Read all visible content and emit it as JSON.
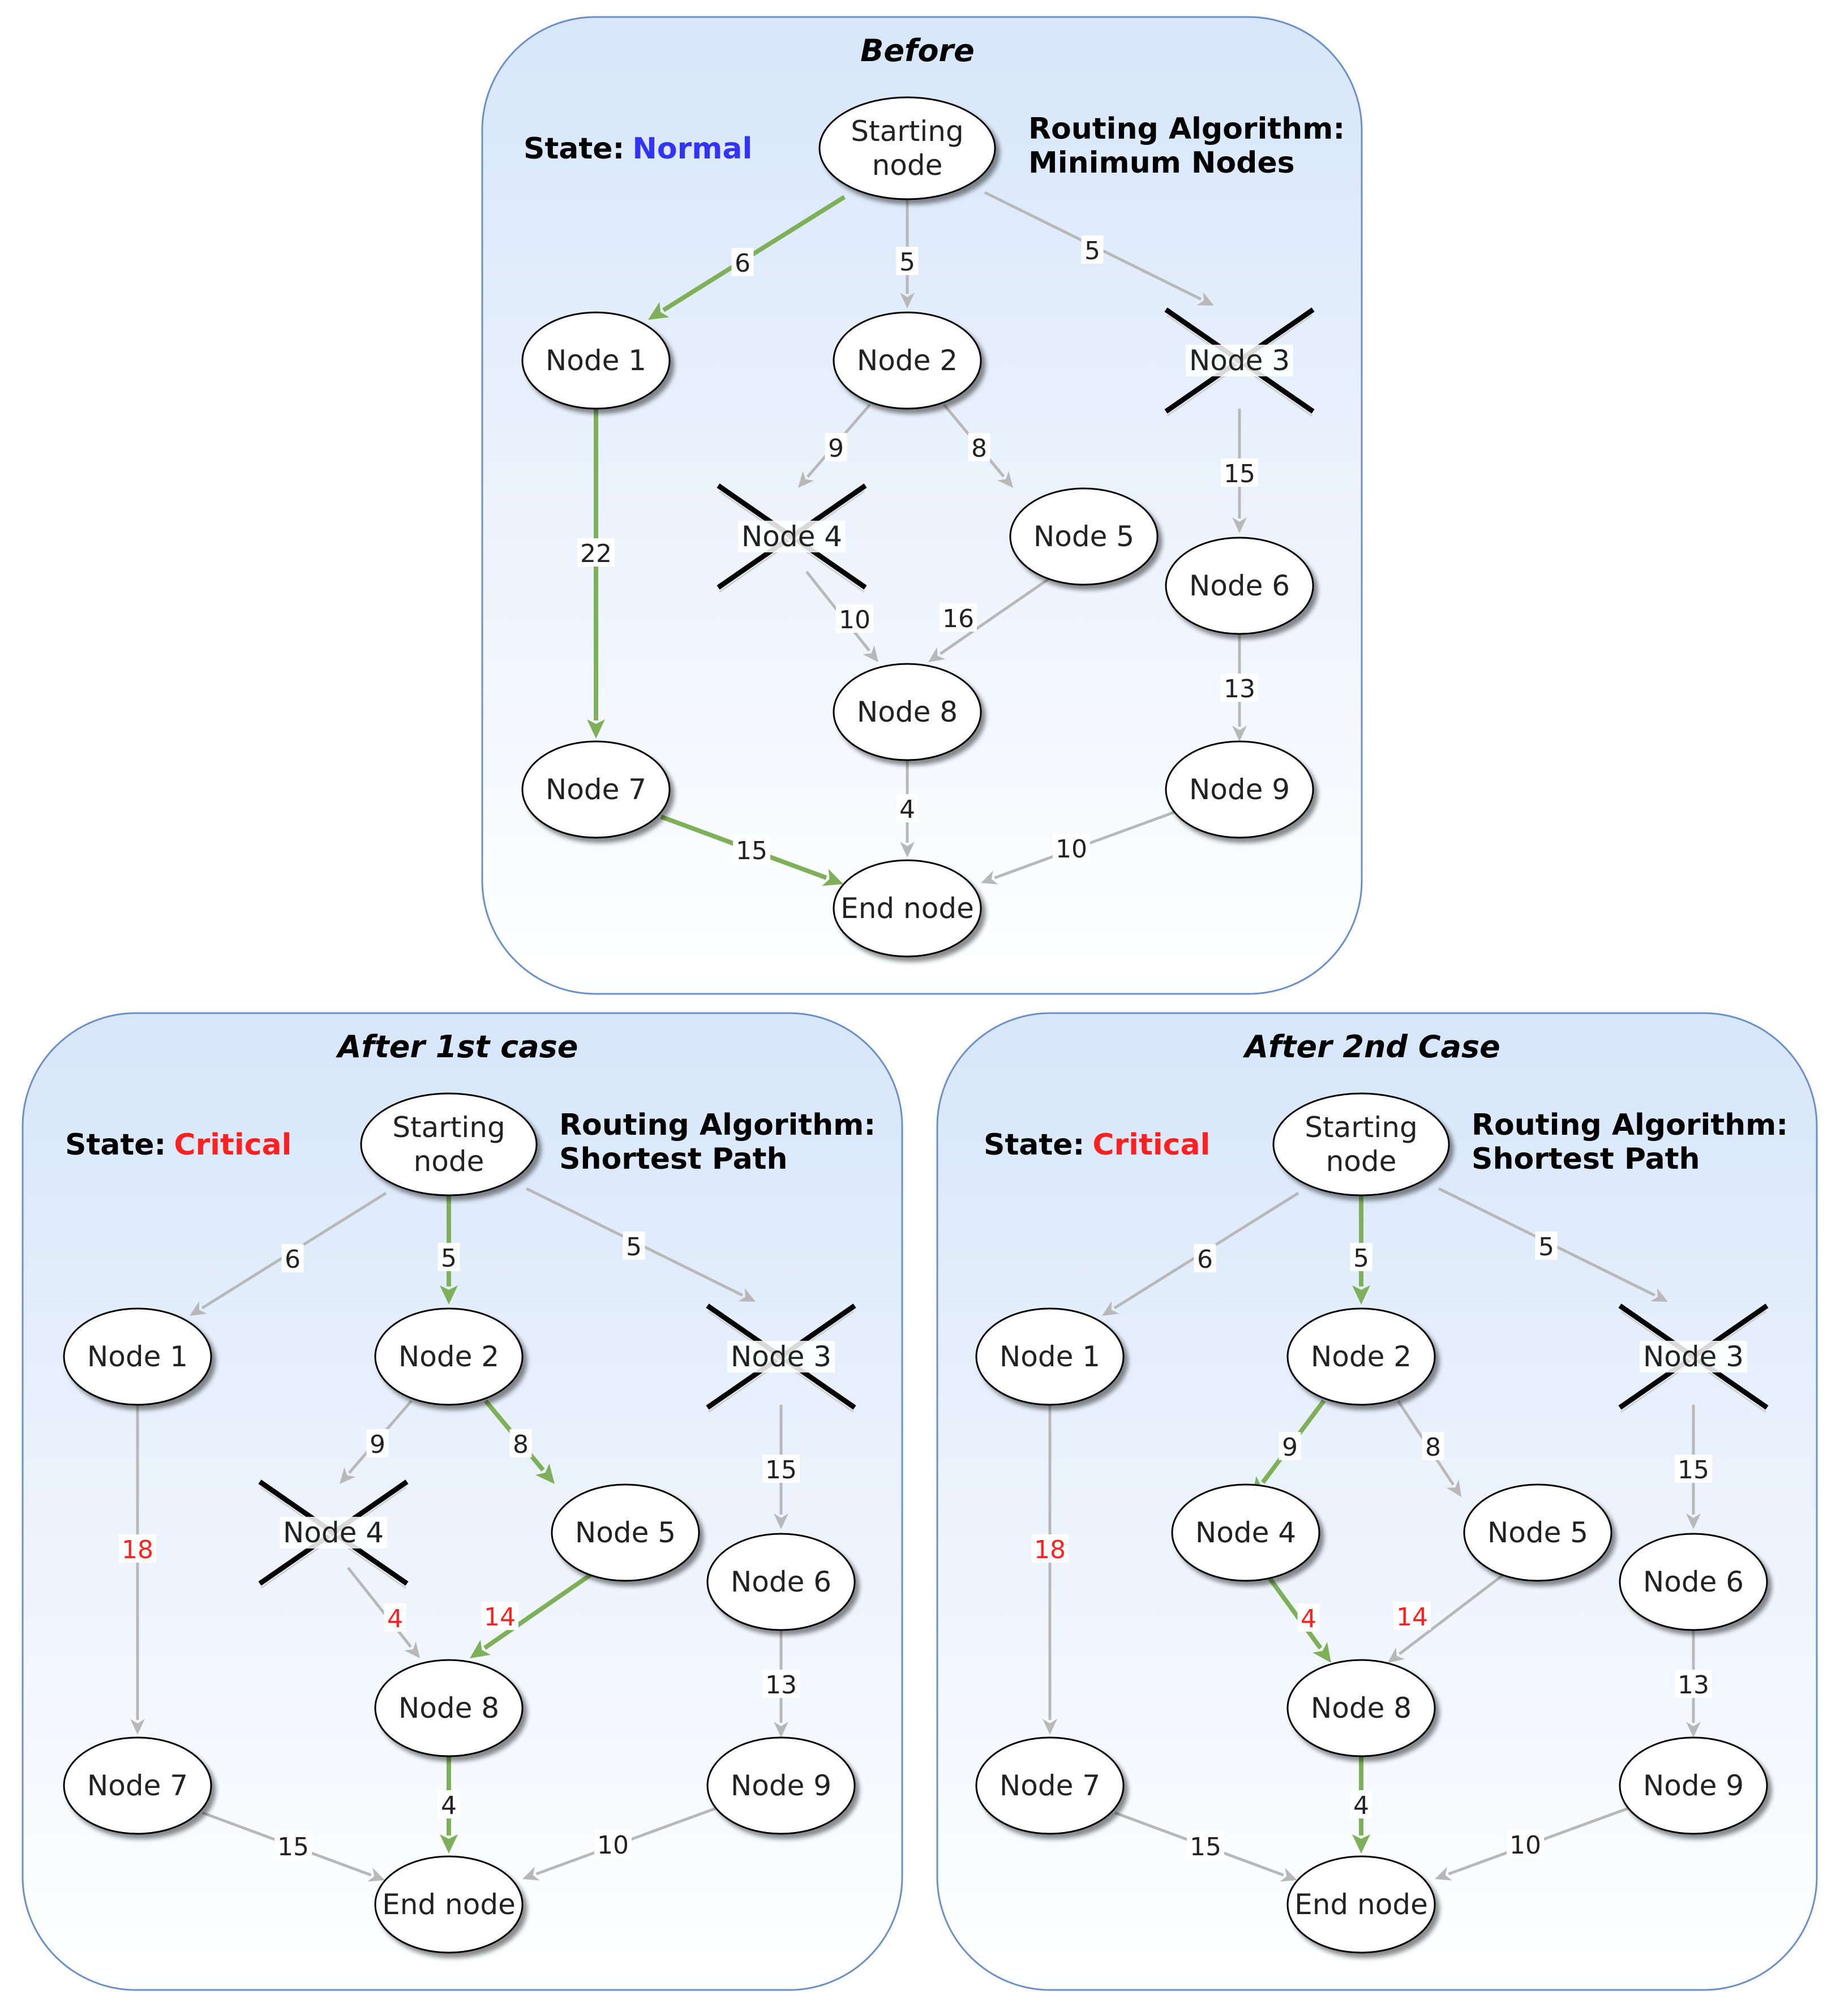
{
  "colors": {
    "highlight": "#7db058",
    "edge": "#b8b8b8",
    "panel_border": "#6b8fc9",
    "panel_fill_top": "#d7e6fa",
    "panel_fill_bottom": "#ffffff",
    "blue_text": "#3333ff",
    "red_text": "#ff2020",
    "green_text": "#6aa53a"
  },
  "panels": [
    {
      "id": "before",
      "title": "Before",
      "state_label": "State:",
      "state_value": "Normal",
      "state_color": "blue",
      "algo_label": "Routing Algorithm:",
      "algo_value": "Minimum Nodes",
      "algo_color": "green",
      "nodes": [
        {
          "id": "start",
          "label": [
            "Starting",
            "node"
          ],
          "failed": false
        },
        {
          "id": "n1",
          "label": [
            "Node 1"
          ],
          "failed": false
        },
        {
          "id": "n2",
          "label": [
            "Node 2"
          ],
          "failed": false
        },
        {
          "id": "n3",
          "label": [
            "Node 3"
          ],
          "failed": true
        },
        {
          "id": "n4",
          "label": [
            "Node 4"
          ],
          "failed": true
        },
        {
          "id": "n5",
          "label": [
            "Node 5"
          ],
          "failed": false
        },
        {
          "id": "n6",
          "label": [
            "Node 6"
          ],
          "failed": false
        },
        {
          "id": "n7",
          "label": [
            "Node 7"
          ],
          "failed": false
        },
        {
          "id": "n8",
          "label": [
            "Node 8"
          ],
          "failed": false
        },
        {
          "id": "n9",
          "label": [
            "Node 9"
          ],
          "failed": false
        },
        {
          "id": "end",
          "label": [
            "End node"
          ],
          "failed": false
        }
      ],
      "edges": [
        {
          "from": "start",
          "to": "n1",
          "weight": "6",
          "highlight": true,
          "red": false
        },
        {
          "from": "start",
          "to": "n2",
          "weight": "5",
          "highlight": false,
          "red": false
        },
        {
          "from": "start",
          "to": "n3",
          "weight": "5",
          "highlight": false,
          "red": false
        },
        {
          "from": "n2",
          "to": "n4",
          "weight": "9",
          "highlight": false,
          "red": false
        },
        {
          "from": "n2",
          "to": "n5",
          "weight": "8",
          "highlight": false,
          "red": false
        },
        {
          "from": "n1",
          "to": "n7",
          "weight": "22",
          "highlight": true,
          "red": false
        },
        {
          "from": "n3",
          "to": "n6",
          "weight": "15",
          "highlight": false,
          "red": false
        },
        {
          "from": "n4",
          "to": "n8",
          "weight": "10",
          "highlight": false,
          "red": false
        },
        {
          "from": "n5",
          "to": "n8",
          "weight": "16",
          "highlight": false,
          "red": false
        },
        {
          "from": "n6",
          "to": "n9",
          "weight": "13",
          "highlight": false,
          "red": false
        },
        {
          "from": "n7",
          "to": "end",
          "weight": "15",
          "highlight": true,
          "red": false
        },
        {
          "from": "n8",
          "to": "end",
          "weight": "4",
          "highlight": false,
          "red": false
        },
        {
          "from": "n9",
          "to": "end",
          "weight": "10",
          "highlight": false,
          "red": false
        }
      ]
    },
    {
      "id": "after1",
      "title": "After 1st case",
      "state_label": "State:",
      "state_value": "Critical",
      "state_color": "red",
      "algo_label": "Routing Algorithm:",
      "algo_value": "Shortest Path",
      "algo_color": "blue",
      "nodes": [
        {
          "id": "start",
          "label": [
            "Starting",
            "node"
          ],
          "failed": false
        },
        {
          "id": "n1",
          "label": [
            "Node 1"
          ],
          "failed": false
        },
        {
          "id": "n2",
          "label": [
            "Node 2"
          ],
          "failed": false
        },
        {
          "id": "n3",
          "label": [
            "Node 3"
          ],
          "failed": true
        },
        {
          "id": "n4",
          "label": [
            "Node 4"
          ],
          "failed": true
        },
        {
          "id": "n5",
          "label": [
            "Node 5"
          ],
          "failed": false
        },
        {
          "id": "n6",
          "label": [
            "Node 6"
          ],
          "failed": false
        },
        {
          "id": "n7",
          "label": [
            "Node 7"
          ],
          "failed": false
        },
        {
          "id": "n8",
          "label": [
            "Node 8"
          ],
          "failed": false
        },
        {
          "id": "n9",
          "label": [
            "Node 9"
          ],
          "failed": false
        },
        {
          "id": "end",
          "label": [
            "End node"
          ],
          "failed": false
        }
      ],
      "edges": [
        {
          "from": "start",
          "to": "n1",
          "weight": "6",
          "highlight": false,
          "red": false
        },
        {
          "from": "start",
          "to": "n2",
          "weight": "5",
          "highlight": true,
          "red": false
        },
        {
          "from": "start",
          "to": "n3",
          "weight": "5",
          "highlight": false,
          "red": false
        },
        {
          "from": "n2",
          "to": "n4",
          "weight": "9",
          "highlight": false,
          "red": false
        },
        {
          "from": "n2",
          "to": "n5",
          "weight": "8",
          "highlight": true,
          "red": false
        },
        {
          "from": "n1",
          "to": "n7",
          "weight": "18",
          "highlight": false,
          "red": true
        },
        {
          "from": "n3",
          "to": "n6",
          "weight": "15",
          "highlight": false,
          "red": false
        },
        {
          "from": "n4",
          "to": "n8",
          "weight": "4",
          "highlight": false,
          "red": true
        },
        {
          "from": "n5",
          "to": "n8",
          "weight": "14",
          "highlight": true,
          "red": true
        },
        {
          "from": "n6",
          "to": "n9",
          "weight": "13",
          "highlight": false,
          "red": false
        },
        {
          "from": "n7",
          "to": "end",
          "weight": "15",
          "highlight": false,
          "red": false
        },
        {
          "from": "n8",
          "to": "end",
          "weight": "4",
          "highlight": true,
          "red": false
        },
        {
          "from": "n9",
          "to": "end",
          "weight": "10",
          "highlight": false,
          "red": false
        }
      ]
    },
    {
      "id": "after2",
      "title": "After 2nd Case",
      "state_label": "State:",
      "state_value": "Critical",
      "state_color": "red",
      "algo_label": "Routing Algorithm:",
      "algo_value": "Shortest Path",
      "algo_color": "blue",
      "nodes": [
        {
          "id": "start",
          "label": [
            "Starting",
            "node"
          ],
          "failed": false
        },
        {
          "id": "n1",
          "label": [
            "Node 1"
          ],
          "failed": false
        },
        {
          "id": "n2",
          "label": [
            "Node 2"
          ],
          "failed": false
        },
        {
          "id": "n3",
          "label": [
            "Node 3"
          ],
          "failed": true
        },
        {
          "id": "n4",
          "label": [
            "Node 4"
          ],
          "failed": false
        },
        {
          "id": "n5",
          "label": [
            "Node 5"
          ],
          "failed": false
        },
        {
          "id": "n6",
          "label": [
            "Node 6"
          ],
          "failed": false
        },
        {
          "id": "n7",
          "label": [
            "Node 7"
          ],
          "failed": false
        },
        {
          "id": "n8",
          "label": [
            "Node 8"
          ],
          "failed": false
        },
        {
          "id": "n9",
          "label": [
            "Node 9"
          ],
          "failed": false
        },
        {
          "id": "end",
          "label": [
            "End node"
          ],
          "failed": false
        }
      ],
      "edges": [
        {
          "from": "start",
          "to": "n1",
          "weight": "6",
          "highlight": false,
          "red": false
        },
        {
          "from": "start",
          "to": "n2",
          "weight": "5",
          "highlight": true,
          "red": false
        },
        {
          "from": "start",
          "to": "n3",
          "weight": "5",
          "highlight": false,
          "red": false
        },
        {
          "from": "n2",
          "to": "n4",
          "weight": "9",
          "highlight": true,
          "red": false
        },
        {
          "from": "n2",
          "to": "n5",
          "weight": "8",
          "highlight": false,
          "red": false
        },
        {
          "from": "n1",
          "to": "n7",
          "weight": "18",
          "highlight": false,
          "red": true
        },
        {
          "from": "n3",
          "to": "n6",
          "weight": "15",
          "highlight": false,
          "red": false
        },
        {
          "from": "n4",
          "to": "n8",
          "weight": "4",
          "highlight": true,
          "red": true
        },
        {
          "from": "n5",
          "to": "n8",
          "weight": "14",
          "highlight": false,
          "red": true
        },
        {
          "from": "n6",
          "to": "n9",
          "weight": "13",
          "highlight": false,
          "red": false
        },
        {
          "from": "n7",
          "to": "end",
          "weight": "15",
          "highlight": false,
          "red": false
        },
        {
          "from": "n8",
          "to": "end",
          "weight": "4",
          "highlight": true,
          "red": false
        },
        {
          "from": "n9",
          "to": "end",
          "weight": "10",
          "highlight": false,
          "red": false
        }
      ]
    }
  ]
}
